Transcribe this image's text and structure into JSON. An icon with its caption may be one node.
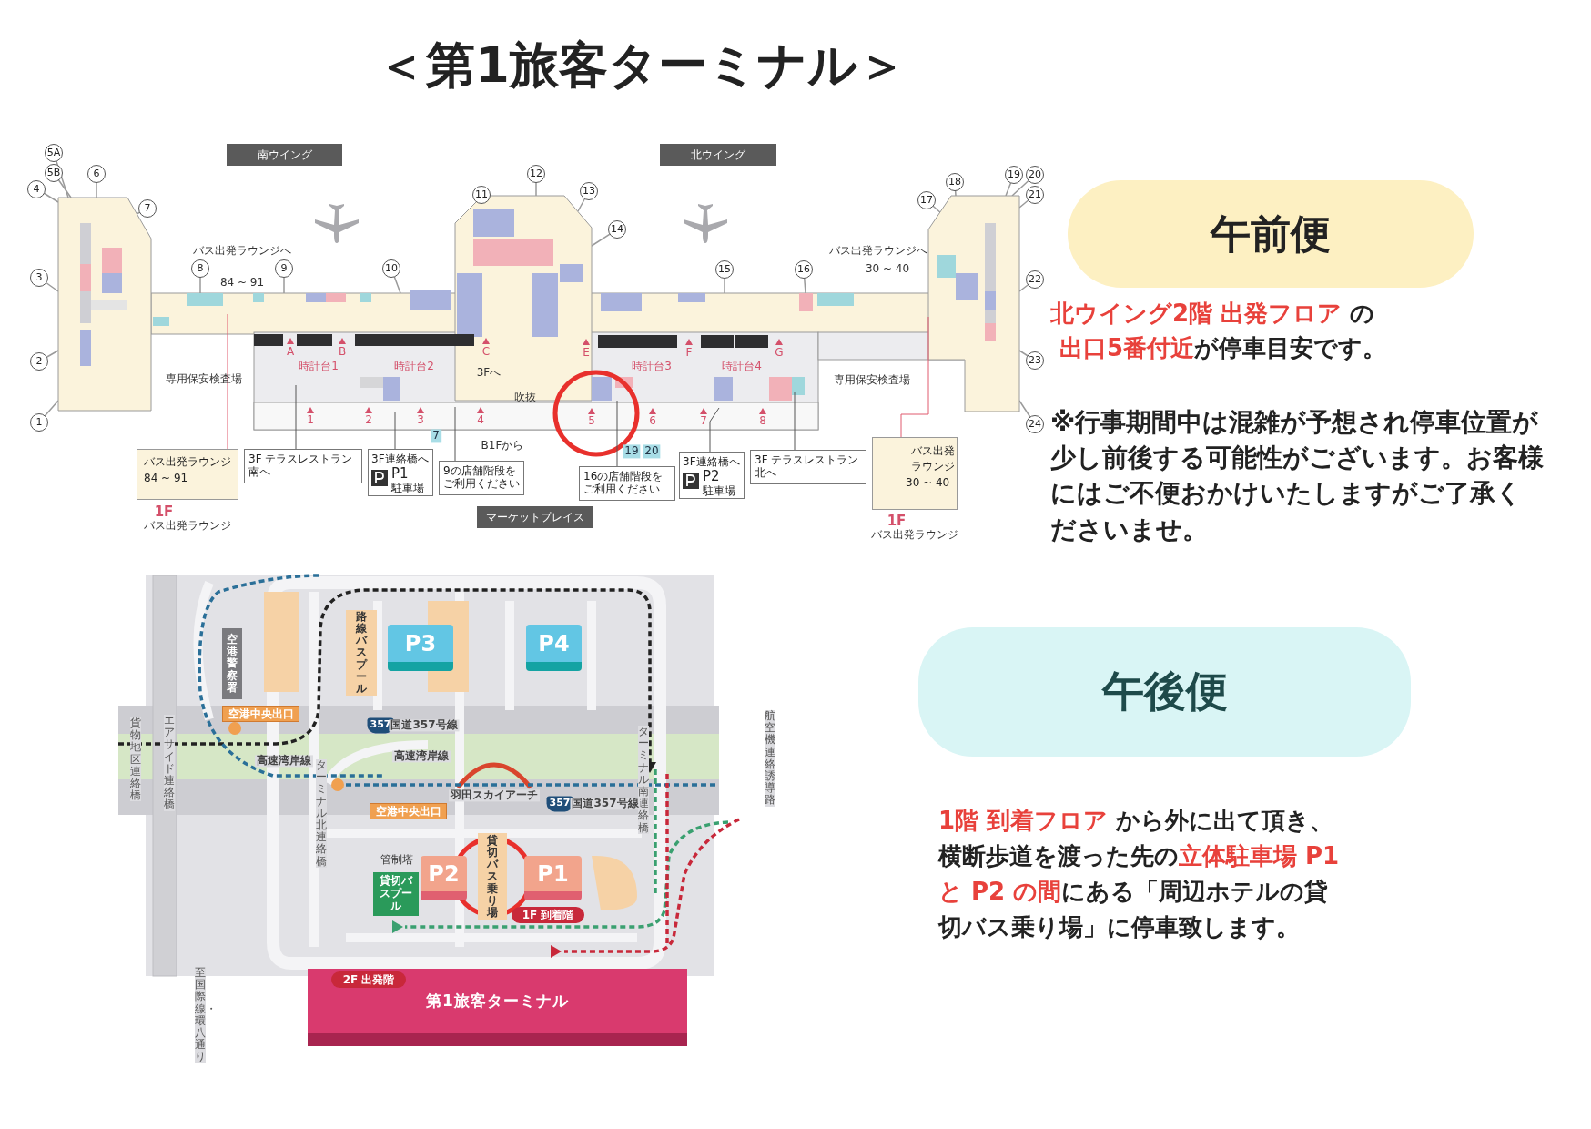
{
  "diagram": {
    "title": "＜第1旅客ターミナル＞",
    "nodes": [
      {
        "text": [
          "南ウイング"
        ]
      },
      {
        "text": [
          "北ウイング"
        ]
      },
      {
        "text": [],
        "shape": "bar"
      },
      {
        "text": [],
        "shape": "bar"
      },
      {
        "text": [],
        "shape": "bar"
      },
      {
        "text": [],
        "shape": "bar"
      },
      {
        "text": [],
        "shape": "bar"
      },
      {
        "text": [],
        "shape": "bar"
      },
      {
        "text": [
          "3F テラスレストラン南へ"
        ]
      },
      {
        "text": [
          "3F連絡橋へ",
          "P1",
          "駐車場"
        ]
      },
      {
        "text": [
          "9の店舗階段をご利用ください"
        ]
      },
      {
        "text": [
          "16の店舗階段をご利用ください"
        ]
      },
      {
        "text": [
          "3F連絡橋へ",
          "P2",
          "駐車場"
        ]
      },
      {
        "text": [
          "3F テラスレストラン北へ"
        ]
      },
      {
        "text": [
          "バス出発ラウンジ",
          "84 ~ 91"
        ],
        "beside": [
          "1F",
          "バス出発ラウンジ"
        ]
      },
      {
        "text": [
          "バス出発ラウンジ",
          "30 ~ 40"
        ],
        "beside": [
          "1F",
          "バス出発ラウンジ"
        ]
      },
      {
        "text": [
          "マーケットプレイス"
        ]
      },
      {
        "text": [
          "午前便"
        ],
        "beside": [
          "**北ウイング2階 出発フロア** の**出口5番付近**が停車目安です。",
          "※行事期間中は混雑が予想され停車位置が少し前後する可能性がございます。お客様にはご不便おかけいたしますがご了承くださいませ。"
        ]
      },
      {
        "text": [
          "午後便"
        ],
        "beside": [
          "**1階 到着フロア** から外に出て頂き、横断歩道を渡った先の**立体駐車場 P1と P2 の間**にある「周辺ホテルの貸切バス乗り場」に停車致します。"
        ]
      },
      {
        "text": [
          "P3"
        ]
      },
      {
        "text": [
          "P4"
        ]
      },
      {
        "text": [
          "P2"
        ]
      },
      {
        "text": [
          "P1"
        ]
      },
      {
        "text": [
          "貸切バス乗り場"
        ]
      },
      {
        "text": [
          "貸切バスプール"
        ]
      },
      {
        "text": [
          "路線バスプール"
        ]
      },
      {
        "text": [
          "空港警察署"
        ]
      },
      {
        "text": [
          "空港中央出口"
        ]
      },
      {
        "text": [
          "空港中央出口"
        ]
      },
      {
        "text": [
          "1F 到着階"
        ]
      },
      {
        "text": [
          "第1旅客ターミナル"
        ]
      },
      {
        "text": [
          "2F 出発階"
        ],
        "in": 30
      }
    ],
    "edges": [
      {
        "from": 8,
        "to": null,
        "arrow": "none"
      },
      {
        "from": 9,
        "to": null,
        "arrow": "none"
      },
      {
        "from": 10,
        "to": null,
        "arrow": "none"
      },
      {
        "from": 11,
        "to": null,
        "arrow": "none"
      },
      {
        "from": 12,
        "to": null,
        "arrow": "none"
      },
      {
        "from": 13,
        "to": null,
        "arrow": "none"
      },
      {
        "from": 14,
        "to": null,
        "arrow": "none",
        "color": "#e05a6e"
      },
      {
        "from": 15,
        "to": null,
        "arrow": "none",
        "color": "#e05a6e"
      }
    ],
    "labels": [
      "5A",
      "5B",
      "4",
      "6",
      "7",
      "3",
      "2",
      "1",
      "8",
      "9",
      "10",
      "11",
      "12",
      "13",
      "14",
      "15",
      "16",
      "17",
      "18",
      "19",
      "20",
      "21",
      "22",
      "23",
      "24",
      "バス出発ラウンジへ",
      "84 ~ 91",
      "バス出発ラウンジへ",
      "30 ~ 40",
      "A",
      "B",
      "C",
      "E",
      "F",
      "G",
      "時計台1",
      "時計台2",
      "時計台3",
      "時計台4",
      "専用保安検査場",
      "3Fへ",
      "吹抜",
      "専用保安検査場",
      "1",
      "2",
      "3",
      "4",
      "5",
      "6",
      "7",
      "8",
      "7",
      "B1Fから",
      "19",
      "20",
      "貨物地区連絡橋",
      "エアサイド連絡橋",
      "357",
      "国道357号線",
      "ターミナル南連絡橋",
      "航空機連絡誘導路",
      "高速湾岸線",
      "ターミナル北連絡橋",
      "高速湾岸線",
      "羽田スカイアーチ",
      "357",
      "国道357号線",
      "管制塔",
      "至国際線・環八通り"
    ]
  }
}
